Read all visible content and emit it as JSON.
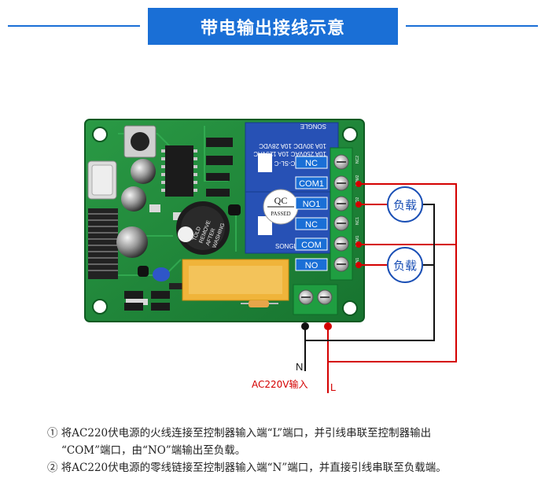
{
  "header": {
    "title": "带电输出接线示意"
  },
  "terminals": {
    "nc1": "NC",
    "com1": "COM1",
    "no1": "NO1",
    "nc2": "NC",
    "com2": "COM",
    "no2": "NO"
  },
  "board_markings": {
    "qc": "QC",
    "passed": "PASSED",
    "relay_model": "SRD-12VDC-SL-C",
    "relay_ratings": [
      "10A 250VAC 10A 125VAC",
      "10A 30VDC 10A 28VDC"
    ],
    "brand": "SONGLE",
    "buzzer_text": [
      "TOLD",
      "REMOVE",
      "AFTER",
      "WASHING"
    ],
    "pin_labels": [
      "NC2",
      "COM2",
      "NO2",
      "NC1",
      "COM1",
      "ON1"
    ]
  },
  "loads": {
    "load1": "负载",
    "load2": "负载"
  },
  "power": {
    "n_label": "N",
    "l_label": "L",
    "source_label": "AC220V输入"
  },
  "colors": {
    "accent": "#1a6fd6",
    "live": "#d40000",
    "neutral": "#111111",
    "board": "#1f8a3a"
  },
  "notes": {
    "line1": "① 将AC220伏电源的火线连接至控制器输入端“L”端口，并引线串联至控制器输出",
    "line1b": "“COM”端口，由“NO”端输出至负载。",
    "line2": "② 将AC220伏电源的零线链接至控制器输入端“N”端口，并直接引线串联至负载端。"
  }
}
